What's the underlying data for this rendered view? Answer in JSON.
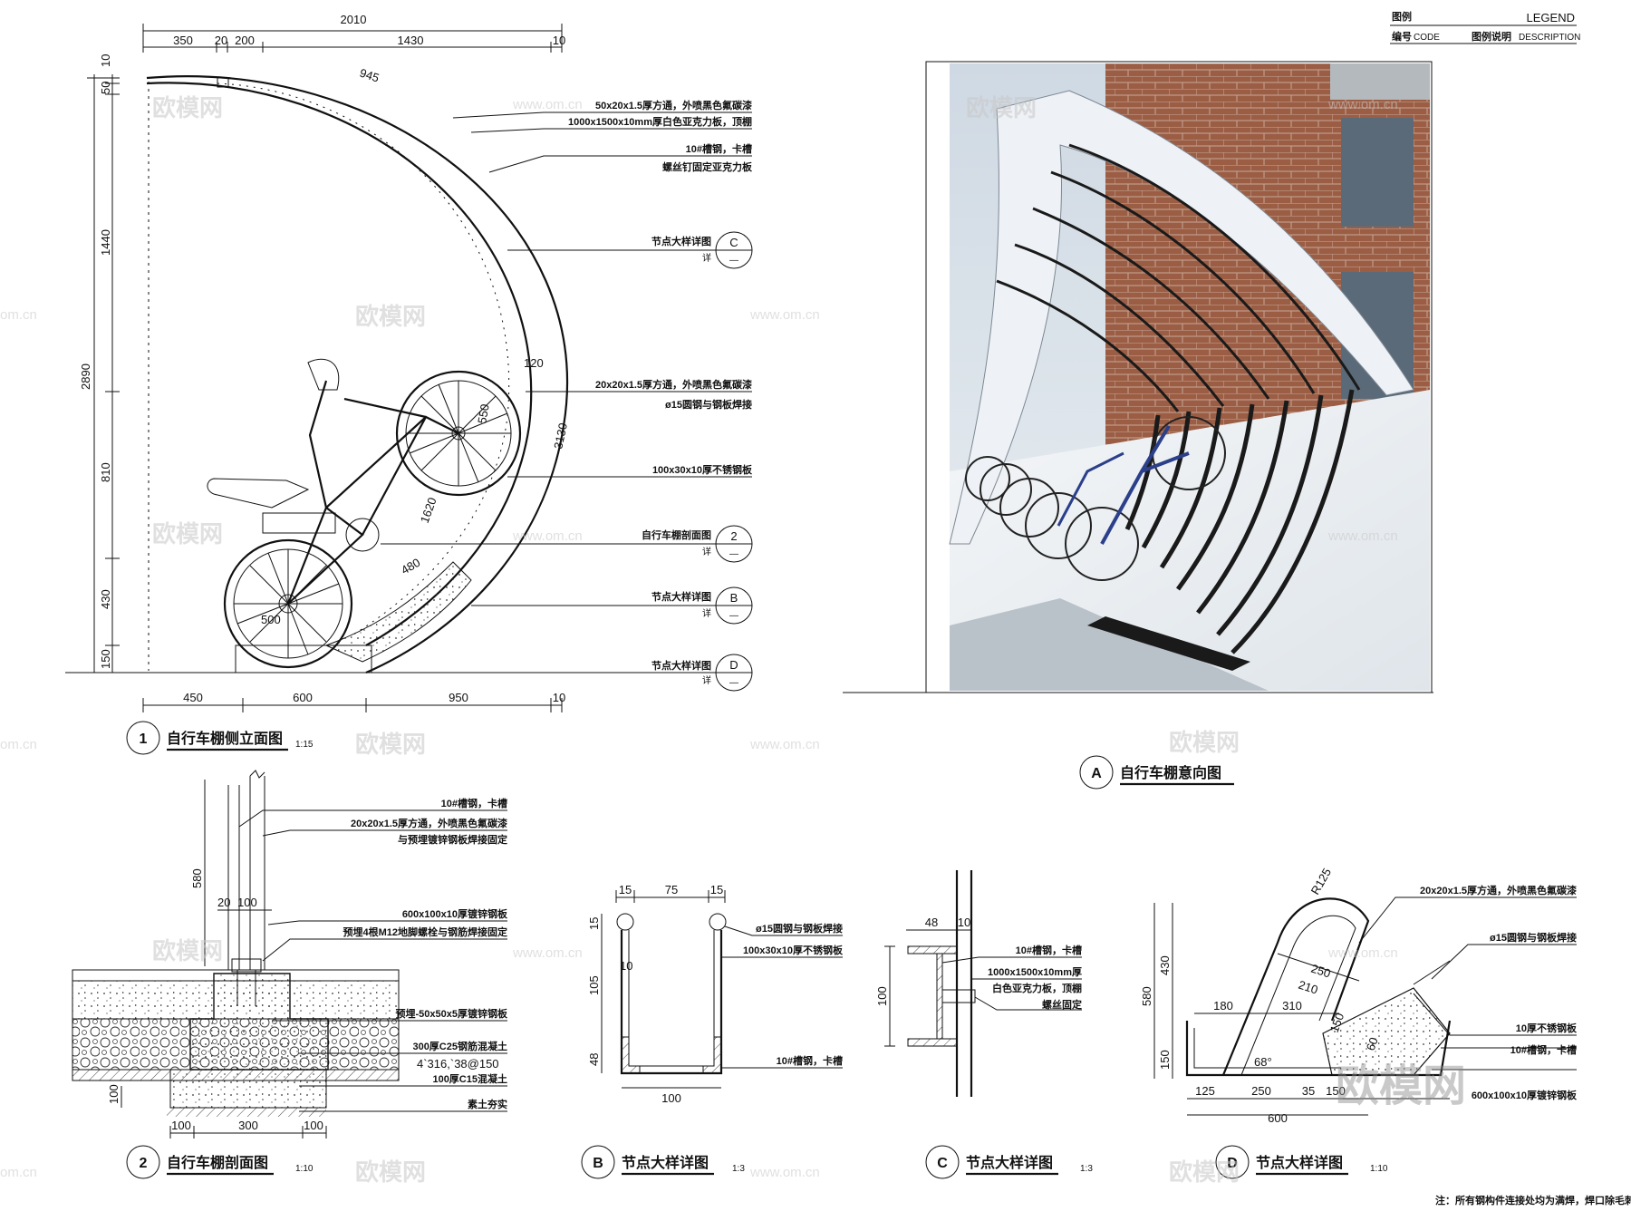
{
  "legend": {
    "title_cn": "图例",
    "title_en": "LEGEND",
    "code_cn": "编号",
    "code_en": "CODE",
    "desc_cn": "图例说明",
    "desc_en": "DESCRIPTION"
  },
  "drawing1": {
    "number": "1",
    "title": "自行车棚侧立面图",
    "scale": "1:15",
    "dims_top": [
      "2010",
      "350",
      "20",
      "200",
      "1430",
      "10"
    ],
    "dims_left": [
      "10",
      "50",
      "1440",
      "2890",
      "810",
      "430",
      "150"
    ],
    "dims_bottom": [
      "450",
      "600",
      "950",
      "10"
    ],
    "inner_dims": [
      "945",
      "120",
      "3130",
      "1620",
      "480",
      "500",
      "550"
    ],
    "notes": [
      "50x20x1.5厚方通，外喷黑色氟碳漆",
      "1000x1500x10mm厚白色亚克力板，顶棚",
      "10#槽钢，卡槽",
      "螺丝钉固定亚克力板",
      "节点大样详图",
      "20x20x1.5厚方通，外喷黑色氟碳漆",
      "ø15圆钢与钢板焊接",
      "100x30x10厚不锈钢板",
      "自行车棚剖面图",
      "节点大样详图",
      "节点大样详图"
    ],
    "callouts": [
      "C",
      "2",
      "B",
      "D"
    ],
    "callout_sub": "详",
    "callout_dash": "—"
  },
  "photo": {
    "letter": "A",
    "title": "自行车棚意向图"
  },
  "drawing2": {
    "number": "2",
    "title": "自行车棚剖面图",
    "scale": "1:10",
    "dims": [
      "580",
      "20",
      "100",
      "100",
      "100",
      "300",
      "100"
    ],
    "notes": [
      "10#槽钢，卡槽",
      "20x20x1.5厚方通，外喷黑色氟碳漆",
      "与预埋镀锌钢板焊接固定",
      "600x100x10厚镀锌钢板",
      "预埋4根M12地脚螺栓与钢筋焊接固定",
      "预埋-50x50x5厚镀锌钢板",
      "300厚C25钢筋混凝土",
      "4`316,`38@150",
      "100厚C15混凝土",
      "素土夯实"
    ]
  },
  "detailB": {
    "letter": "B",
    "title": "节点大样详图",
    "scale": "1:3",
    "dims": [
      "15",
      "75",
      "15",
      "15",
      "105",
      "10",
      "48",
      "100"
    ],
    "notes": [
      "ø15圆钢与钢板焊接",
      "100x30x10厚不锈钢板",
      "10#槽钢，卡槽"
    ]
  },
  "detailC": {
    "letter": "C",
    "title": "节点大样详图",
    "scale": "1:3",
    "dims": [
      "48",
      "10",
      "100"
    ],
    "notes": [
      "10#槽钢，卡槽",
      "1000x1500x10mm厚",
      "白色亚克力板，顶棚",
      "螺丝固定"
    ]
  },
  "detailD": {
    "letter": "D",
    "title": "节点大样详图",
    "scale": "1:10",
    "dims": [
      "R125",
      "250",
      "210",
      "180",
      "310",
      "580",
      "430",
      "150",
      "125",
      "250",
      "35",
      "150",
      "600",
      "68°",
      "150",
      "60"
    ],
    "notes": [
      "20x20x1.5厚方通，外喷黑色氟碳漆",
      "ø15圆钢与钢板焊接",
      "10厚不锈钢板",
      "10#槽钢，卡槽",
      "600x100x10厚镀锌钢板"
    ]
  },
  "footnote": "注：所有钢构件连接处均为满焊，焊口除毛刺后修平，防锈漆两道，喷氟碳漆两道。",
  "watermark": {
    "brand": "欧模网",
    "url": "www.om.cn",
    "url2": "om.cn",
    "big": "欧模网"
  }
}
